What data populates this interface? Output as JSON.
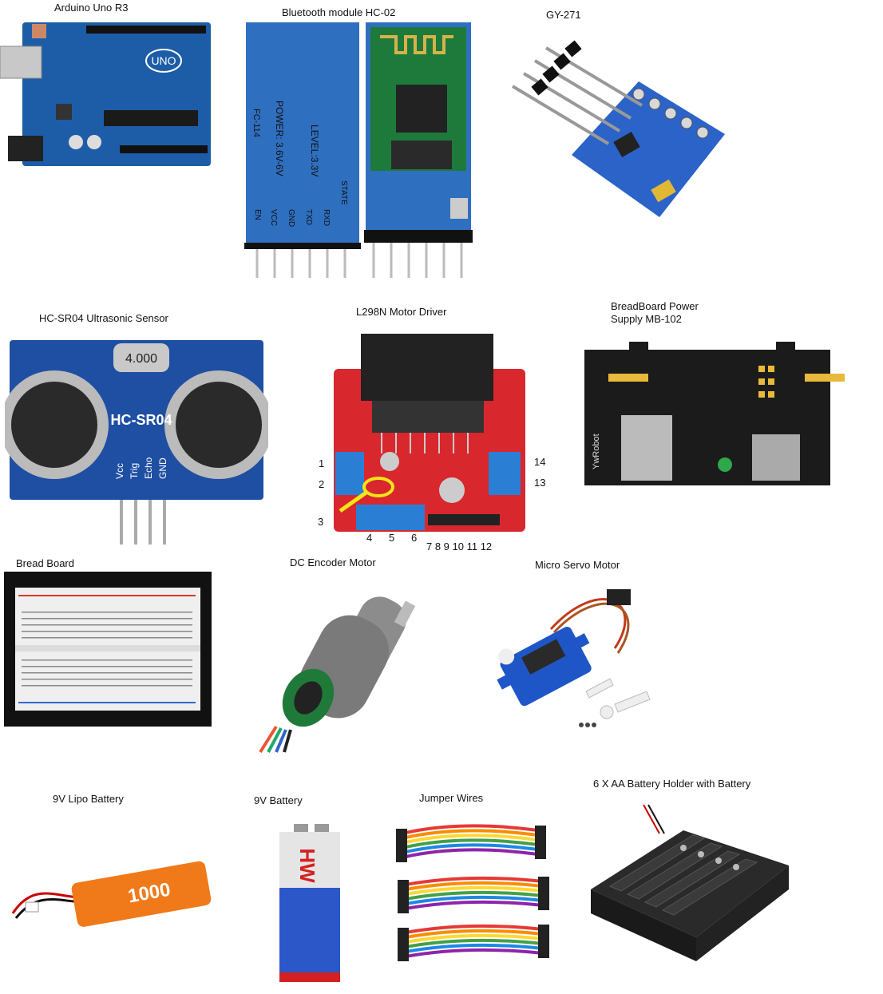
{
  "captions": {
    "arduino": "Arduino Uno R3",
    "bluetooth": "Bluetooth module HC-02",
    "gy271": "GY-271",
    "ultrasonic": "HC-SR04 Ultrasonic Sensor",
    "l298n": "L298N Motor Driver",
    "breadboard_power": "BreadBoard Power Supply MB-102",
    "breadboard": "Bread Board",
    "dc_motor": "DC Encoder Motor",
    "servo": "Micro Servo Motor",
    "lipo": "9V Lipo Battery",
    "battery9v": "9V Battery",
    "jumpers": "Jumper Wires",
    "aa_holder": "6 X AA Battery Holder  with Battery"
  },
  "board_labels": {
    "uno": "UNO",
    "bt_back_power": "POWER: 3.6V-6V",
    "bt_back_level": "LEVEL:3.3V",
    "bt_back_model": "FC-114",
    "bt_pins": [
      "EN",
      "VCC",
      "GND",
      "TXD",
      "RXD",
      "STATE"
    ],
    "sr04_model": "HC-SR04",
    "sr04_crystal": "4.000",
    "sr04_pins": [
      "Vcc",
      "Trig",
      "Echo",
      "GND"
    ],
    "mb102_brand": "YwRobot",
    "lipo_capacity": "1000",
    "battery_brand": "HW"
  },
  "l298n_pin_numbers": {
    "left": [
      "1",
      "2",
      "3"
    ],
    "right": [
      "14",
      "13"
    ],
    "bottom_block": [
      "4",
      "5",
      "6"
    ],
    "bottom_header": "7 8 9 10 11 12"
  },
  "colors": {
    "arduino_blue": "#1d5da8",
    "bt_blue": "#2f6fbf",
    "pcb_green": "#1e7a3a",
    "l298n_red": "#d9272e",
    "gy_blue": "#2b63c9",
    "mb102_black": "#1b1b1b",
    "servo_blue": "#1f56c7"
  }
}
